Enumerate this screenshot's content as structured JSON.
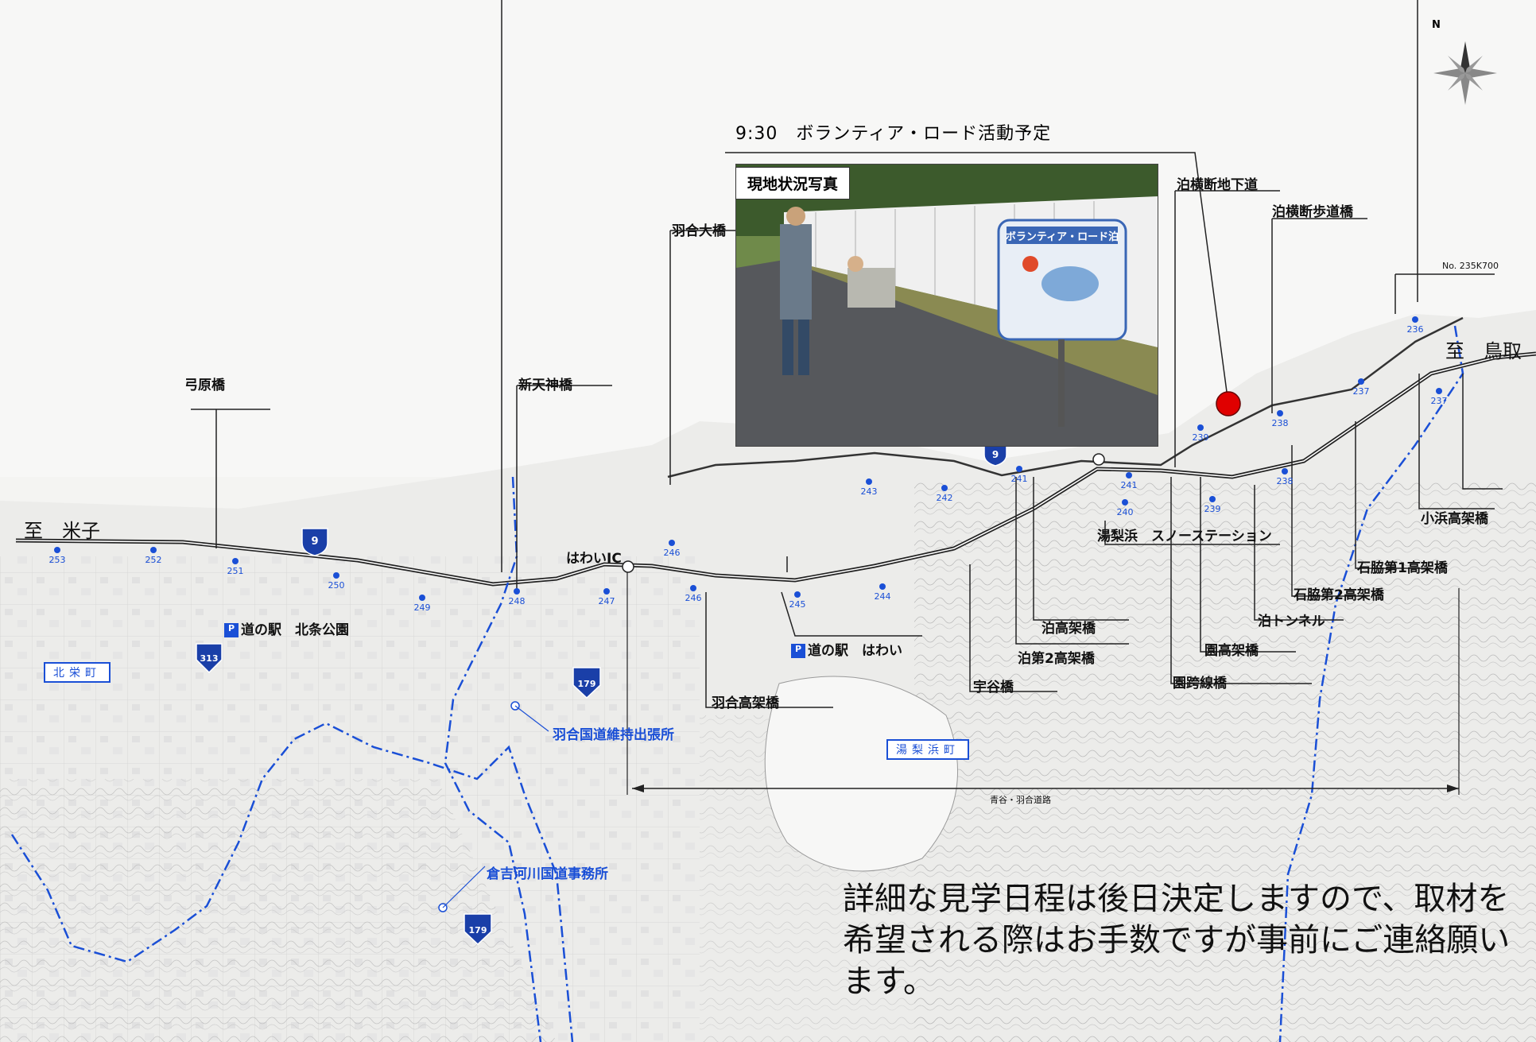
{
  "schedule_text": "9:30　ボランティア・ロード活動予定",
  "photo_label": "現地状況写真",
  "sign_text": "ボランティア・ロード泊",
  "compass_label": "N",
  "destinations": {
    "west": "至　米子",
    "east": "至　鳥取"
  },
  "road_label": "青谷・羽合道路",
  "note": "詳細な見学日程は後日決定しますので、取材を希望される際はお手数ですが事前にご連絡願います。",
  "bridges": {
    "yumigahama": "弓原橋",
    "shintenjin": "新天神橋",
    "hawai_ohashi": "羽合大橋",
    "hawai_kokakyo": "羽合高架橋",
    "tomari_kokakyo": "泊高架橋",
    "tomari_dai2": "泊第2高架橋",
    "utani": "宇谷橋",
    "sono_kokakyo": "園高架橋",
    "sono_kosenkyo": "園跨線橋",
    "tomari_tunnel": "泊トンネル",
    "ishiwaki_dai2": "石脇第2高架橋",
    "ishiwaki_dai1": "石脇第1高架橋",
    "kohama": "小浜高架橋",
    "tomari_chikado": "泊横断地下道",
    "tomari_hodokyo": "泊横断歩道橋",
    "km_post": "No. 235K700"
  },
  "places": {
    "michinoeki_hojo": "道の駅　北条公園",
    "michinoeki_hawai": "道の駅　はわい",
    "hawai_ic": "はわいIC",
    "yurihama_station": "湯梨浜　スノーステーション",
    "hawai_office": "羽合国道維持出張所",
    "kurayoshi_office": "倉吉河川国道事務所"
  },
  "towns": {
    "hokuei": "北栄町",
    "yurihama": "湯梨浜町"
  },
  "route_numbers": {
    "r9": "9",
    "r313": "313",
    "r179": "179"
  },
  "km_markers": [
    "253",
    "252",
    "251",
    "250",
    "249",
    "248",
    "247",
    "246",
    "246",
    "245",
    "244",
    "243",
    "242",
    "241",
    "241",
    "240",
    "239",
    "239",
    "238",
    "238",
    "237",
    "237",
    "236"
  ],
  "colors": {
    "road": "#222222",
    "route_shield": "#1a3fa8",
    "marker": "#1a4fd6",
    "boundary": "#1a4fd6",
    "highlight": "#e00000"
  }
}
